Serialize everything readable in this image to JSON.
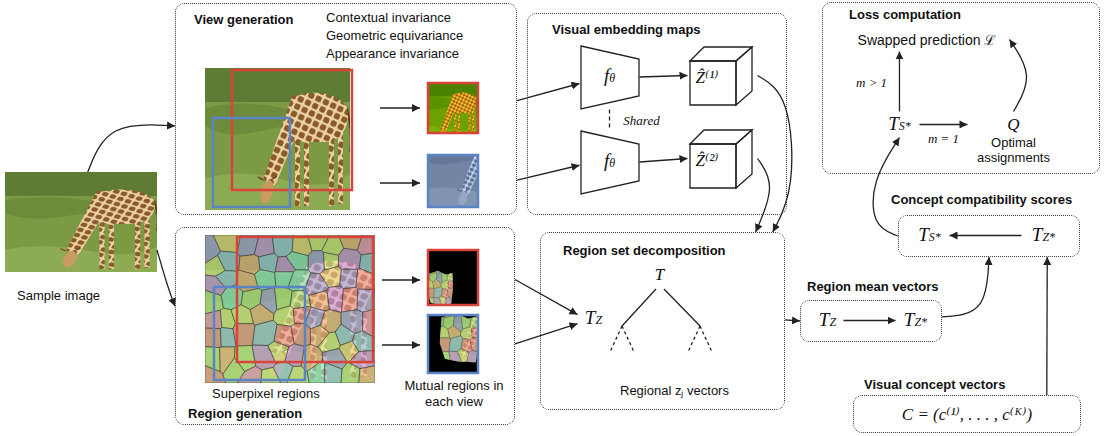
{
  "diagram": {
    "nodes": [
      {
        "text": [
          "Sample image"
        ]
      },
      {
        "text": [
          "View generation",
          "Contextual invariance",
          "Geometric equivariance",
          "Appearance invariance"
        ]
      },
      {
        "text": [
          "Visual embedding maps"
        ]
      },
      {
        "text": [
          "fθ"
        ],
        "in": 2
      },
      {
        "text": [
          "fθ"
        ],
        "in": 2
      },
      {
        "text": [
          "Ẑ⁽¹⁾"
        ],
        "in": 2
      },
      {
        "text": [
          "Ẑ⁽²⁾"
        ],
        "in": 2
      },
      {
        "text": [
          "Loss computation"
        ]
      },
      {
        "text": [
          "Swapped prediction ℒ"
        ],
        "in": 7
      },
      {
        "text": [
          "TS*"
        ],
        "in": 7
      },
      {
        "text": [
          "Q",
          "Optimal assignments"
        ],
        "in": 7
      },
      {
        "text": [
          "Concept compatibility scores"
        ]
      },
      {
        "text": [
          "TS*"
        ],
        "in": 11
      },
      {
        "text": [
          "TZ*"
        ],
        "in": 11
      },
      {
        "text": [
          "Region generation"
        ]
      },
      {
        "text": [
          "Region set decomposition"
        ]
      },
      {
        "text": [
          "TZ"
        ],
        "in": 15
      },
      {
        "text": [
          "T"
        ],
        "in": 15
      },
      {
        "text": [
          "Region mean vectors"
        ]
      },
      {
        "text": [
          "TZ"
        ],
        "in": 18
      },
      {
        "text": [
          "TZ*"
        ],
        "in": 18
      },
      {
        "text": [
          "Visual concept vectors",
          "C = (c⁽¹⁾, . . . , c⁽ᴷ⁾)"
        ]
      }
    ],
    "edges": [
      {
        "from": 0,
        "to": 1,
        "arrow": "to"
      },
      {
        "from": 0,
        "to": 14,
        "arrow": "to"
      },
      {
        "from": 1,
        "to": 3,
        "arrow": "to"
      },
      {
        "from": 1,
        "to": 4,
        "arrow": "to"
      },
      {
        "from": 3,
        "to": 5,
        "arrow": "to"
      },
      {
        "from": 4,
        "to": 6,
        "arrow": "to"
      },
      {
        "from": 3,
        "to": 4,
        "arrow": "none",
        "label": "Shared"
      },
      {
        "from": 5,
        "to": 15,
        "arrow": "to"
      },
      {
        "from": 6,
        "to": 15,
        "arrow": "to"
      },
      {
        "from": 14,
        "to": 16,
        "arrow": "to"
      },
      {
        "from": 14,
        "to": 16,
        "arrow": "to"
      },
      {
        "from": 15,
        "to": 18,
        "arrow": "to"
      },
      {
        "from": 19,
        "to": 20,
        "arrow": "to"
      },
      {
        "from": 18,
        "to": 11,
        "arrow": "to"
      },
      {
        "from": 21,
        "to": 11,
        "arrow": "to"
      },
      {
        "from": 13,
        "to": 12,
        "arrow": "to"
      },
      {
        "from": 11,
        "to": 9,
        "arrow": "to"
      },
      {
        "from": 9,
        "to": 8,
        "arrow": "to",
        "label": "m > 1"
      },
      {
        "from": 9,
        "to": 10,
        "arrow": "to",
        "label": "m = 1"
      },
      {
        "from": 10,
        "to": 8,
        "arrow": "to"
      }
    ],
    "labels": [
      "Superpixel regions",
      "Mutual regions in each view",
      "Regional zⱼ vectors"
    ]
  }
}
